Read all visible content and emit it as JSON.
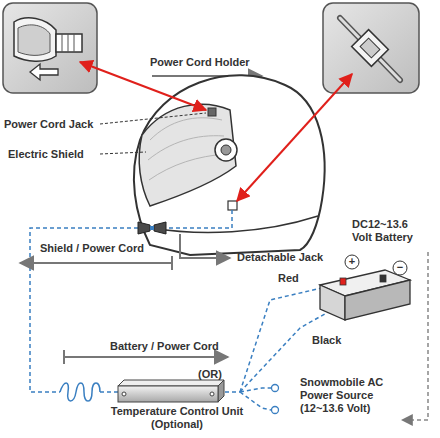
{
  "diagram": {
    "labels": [
      "Power Cord Holder",
      "Power Cord Jack",
      "Electric Shield",
      "Shield / Power Cord",
      "Detachable Jack",
      "DC12~13.6 Volt Battery",
      "+",
      "−",
      "Red",
      "Black",
      "Battery / Power Cord",
      "(OR)",
      "Snowmobile AC Power Source (12~13.6 Volt)",
      "Temperature Control Unit (Optional)"
    ]
  }
}
